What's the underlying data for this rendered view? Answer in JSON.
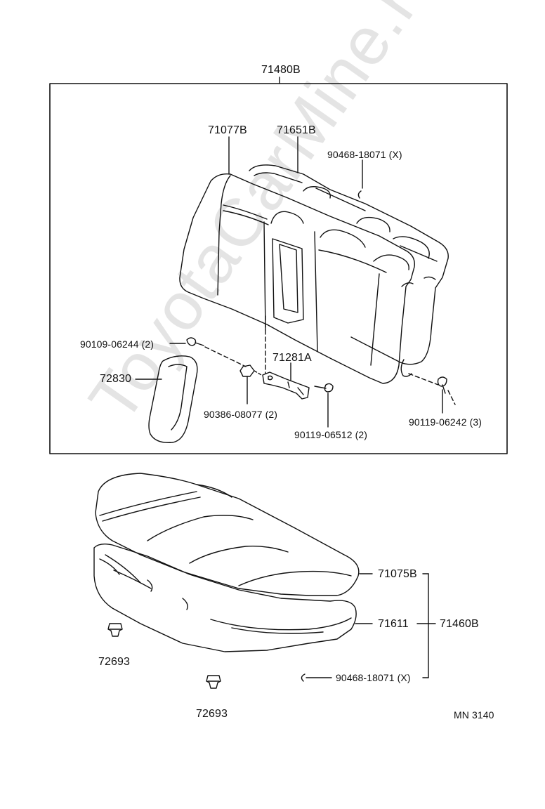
{
  "watermark": "ToyotaCarMine.ru",
  "labels": {
    "assembly_top": "71480B",
    "back_cover": "71077B",
    "back_pad": "71651B",
    "hog_ring_top": "90468-18071 (X)",
    "screw_left": "90109-06244  (2)",
    "armrest": "72830",
    "bracket": "71281A",
    "nut": "90386-08077 (2)",
    "bolt_center": "90119-06512 (2)",
    "bolt_right": "90119-06242 (3)",
    "cushion_cover": "71075B",
    "cushion_pad": "71611",
    "cushion_assembly": "71460B",
    "hog_ring_bottom": "90468-18071 (X)",
    "clip_left": "72693",
    "clip_bottom": "72693",
    "diagram_code": "MN 3140"
  }
}
